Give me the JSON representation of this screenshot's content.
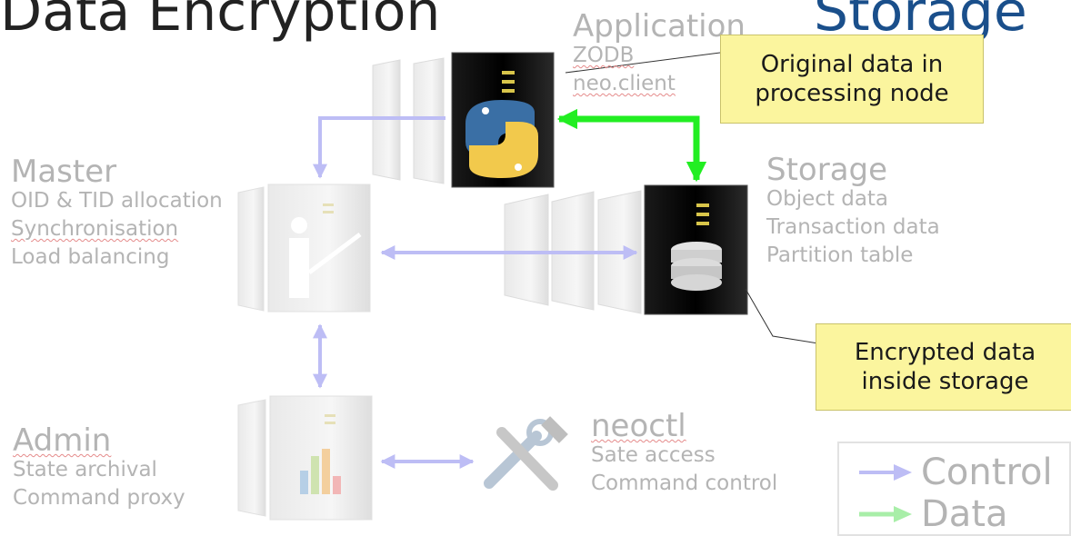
{
  "title": {
    "left": "Data Encryption",
    "right": "Storage"
  },
  "application": {
    "title": "Application",
    "lines": [
      "ZODB",
      "neo.client"
    ]
  },
  "master": {
    "title": "Master",
    "lines": [
      "OID & TID allocation",
      "Synchronisation",
      "Load balancing"
    ]
  },
  "storage": {
    "title": "Storage",
    "lines": [
      "Object data",
      "Transaction data",
      "Partition table"
    ]
  },
  "admin": {
    "title": "Admin",
    "lines": [
      "State archival",
      "Command proxy"
    ]
  },
  "neoctl": {
    "title": "neoctl",
    "lines": [
      "Sate access",
      "Command control"
    ]
  },
  "callouts": {
    "original": [
      "Original data in",
      "processing node"
    ],
    "encrypted": [
      "Encrypted data",
      "inside storage"
    ]
  },
  "legend": {
    "control": "Control",
    "data": "Data"
  },
  "colors": {
    "control_arrow": "#bdbdf5",
    "data_arrow": "#22ee22",
    "data_legend": "#a8eea8",
    "callout_bg": "#fbf59e",
    "title_blue": "#1a4f8b",
    "faded_text": "#b4b4b4"
  },
  "icons": {
    "application": "python-logo-icon",
    "master": "presenter-icon",
    "storage": "database-icon",
    "admin": "bar-chart-icon",
    "neoctl": "tools-icon"
  }
}
